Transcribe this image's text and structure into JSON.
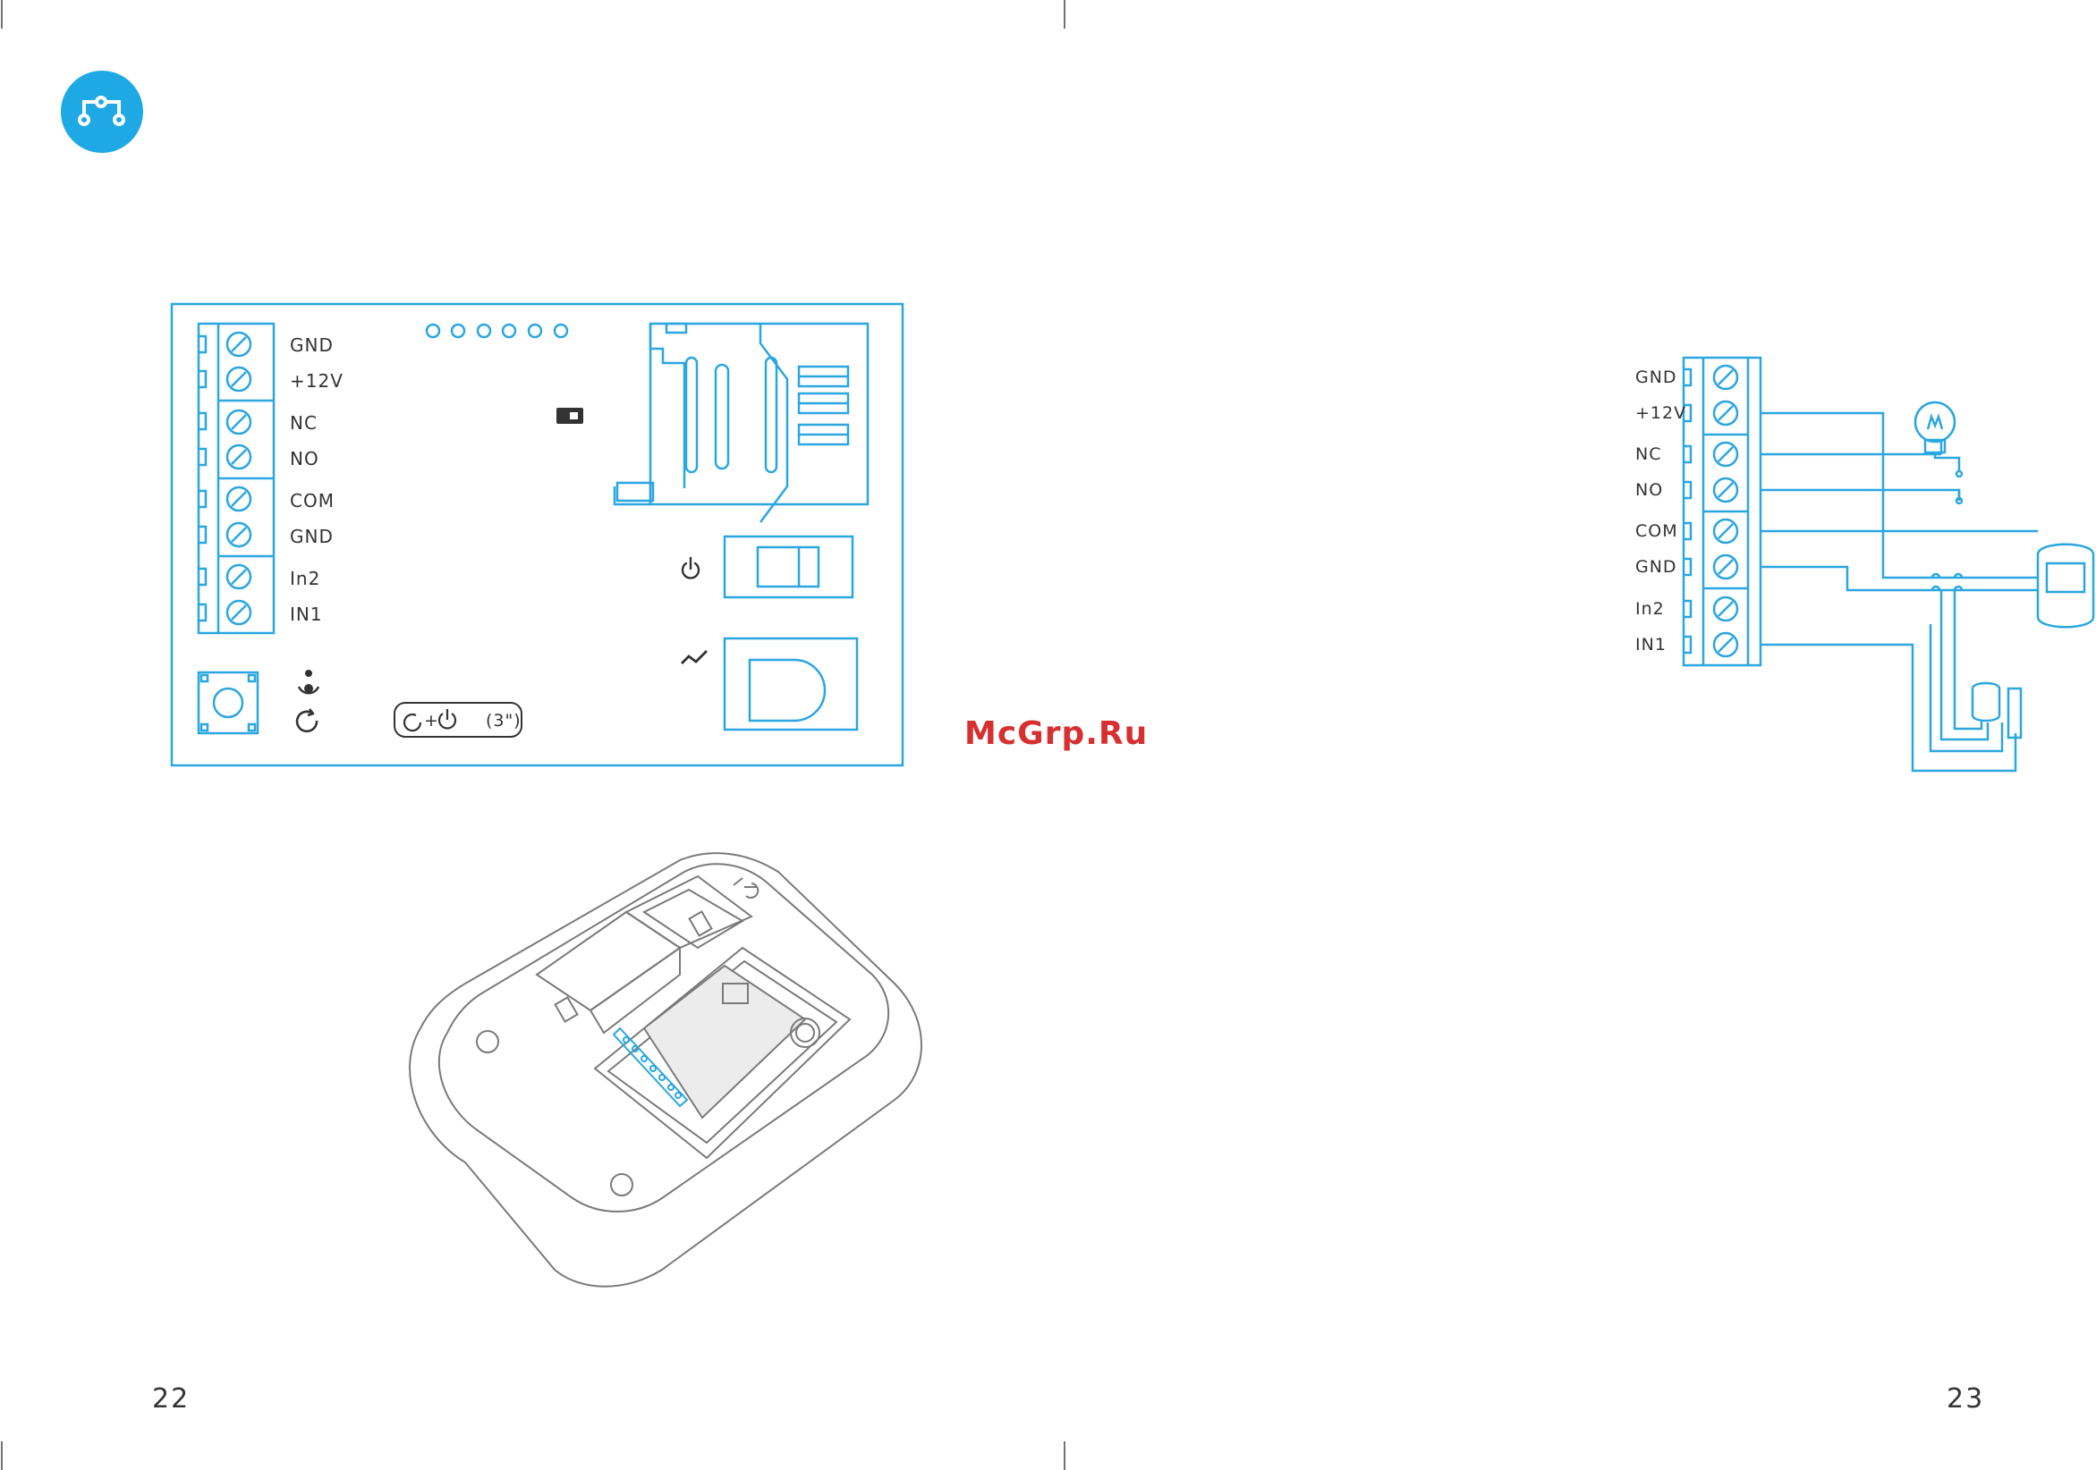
{
  "terminal_labels": [
    "GND",
    "+12V",
    "NC",
    "NO",
    "COM",
    "GND",
    "In2",
    "IN1"
  ],
  "reset_hint": "(3\")",
  "watermark": "McGrp.Ru",
  "page_left": "22",
  "page_right": "23",
  "colors": {
    "accent": "#1ea9e4",
    "line": "#2aa6e0",
    "text": "#333333",
    "device_outline": "#7a7a7a",
    "watermark": "#d63031"
  },
  "icons": [
    "wiring-badge-icon",
    "sim-icon",
    "power-icon",
    "tamper-icon",
    "led-dots-icon",
    "reset-icon",
    "lamp-icon",
    "siren-icon",
    "door-contact-icon"
  ]
}
